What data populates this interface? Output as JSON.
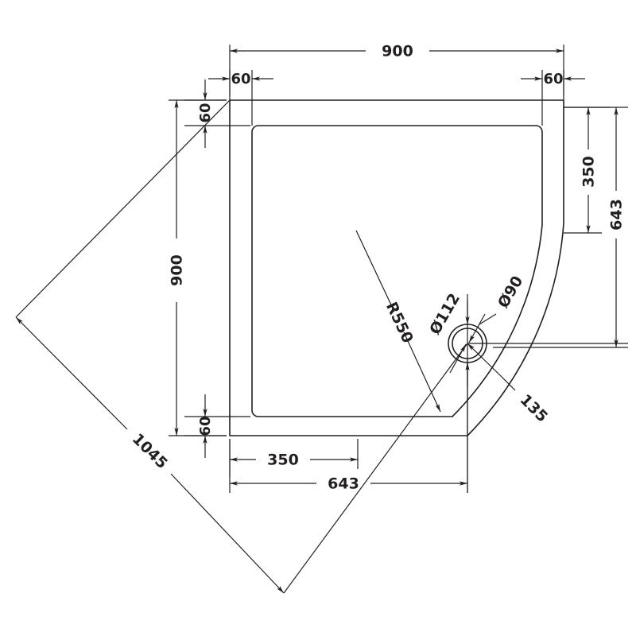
{
  "drawing": {
    "type": "technical-dimension-drawing",
    "subject": "quadrant shower tray plan view",
    "units": "mm",
    "line_color": "#231f20",
    "background_color": "#ffffff",
    "dimensions": {
      "top_overall": "900",
      "top_left_offset": "60",
      "top_right_offset": "60",
      "left_overall": "900",
      "left_top_offset": "60",
      "left_bottom_offset": "60",
      "right_inner": "350",
      "right_outer": "643",
      "bottom_inner": "350",
      "bottom_outer": "643",
      "diagonal": "1045",
      "radius": "R550",
      "waste_outer_diameter": "Ø112",
      "waste_inner_diameter": "Ø90",
      "waste_offset": "135"
    }
  }
}
